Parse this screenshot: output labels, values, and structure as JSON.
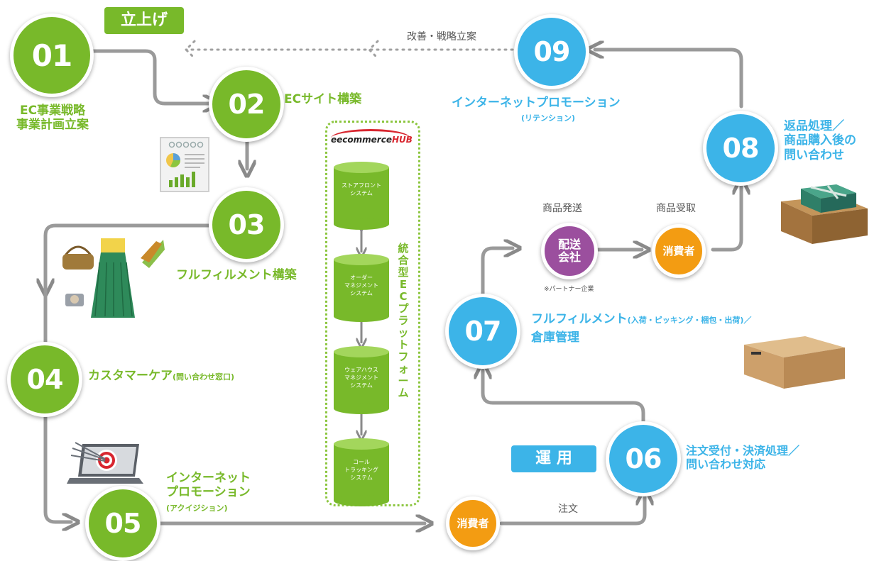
{
  "steps": [
    {
      "num": "01",
      "label": "EC事業戦略\n事業計画立案"
    },
    {
      "num": "02",
      "label": "ECサイト構築"
    },
    {
      "num": "03",
      "label": "フルフィルメント構築"
    },
    {
      "num": "04",
      "label": "カスタマーケア",
      "sub": "(問い合わせ窓口)"
    },
    {
      "num": "05",
      "label": "インターネット\nプロモーション",
      "sub": "(アクイジション)"
    },
    {
      "num": "06",
      "label": "注文受付・決済処理／\n問い合わせ対応"
    },
    {
      "num": "07",
      "label": "フルフィルメント",
      "sub": "(入荷・ピッキング・梱包・出荷)／",
      "label2": "倉庫管理"
    },
    {
      "num": "08",
      "label": "返品処理／\n商品購入後の\n問い合わせ"
    },
    {
      "num": "09",
      "label": "インターネットプロモーション",
      "sub": "(リテンション)"
    }
  ],
  "phase_tags": {
    "launch": "立上げ",
    "operation": "運 用"
  },
  "platform": {
    "logo_main": "ecommerce",
    "logo_hub": "HUB",
    "logo_pre": "e",
    "vertical_label": "統合型ECプラットフォーム",
    "systems": [
      "ストアフロント\nシステム",
      "オーダー\nマネジメント\nシステム",
      "ウェアハウス\nマネジメント\nシステム",
      "コール\nトラッキング\nシステム"
    ]
  },
  "flow_labels": {
    "improve": "改善・戦略立案",
    "order": "注文",
    "shipping": "商品発送",
    "receiving": "商品受取",
    "partner_note": "※パートナー企業"
  },
  "actors": {
    "consumer": "消費者",
    "delivery": "配送\n会社"
  },
  "colors": {
    "green": "#78b92a",
    "blue": "#3cb4e8",
    "orange": "#f39c12",
    "purple": "#9b4f9e",
    "arrow": "#8a8a8a"
  },
  "icons": [
    "report-document-icon",
    "fashion-products-icon",
    "target-laptop-icon",
    "cardboard-box-icon",
    "gift-boxes-icon"
  ]
}
